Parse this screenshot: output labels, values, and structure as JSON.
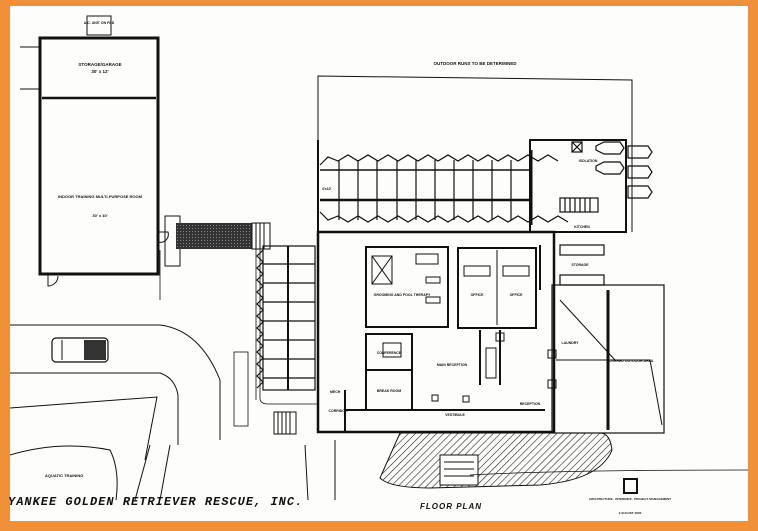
{
  "frame": {
    "border_color": "#F0913A",
    "paper_color": "#fdfdfb",
    "ink_color": "#111111"
  },
  "drawing": {
    "title": "YANKEE GOLDEN RETRIEVER RESCUE, INC.",
    "sheet_label": "FLOOR PLAN",
    "top_note": "OUTDOOR RUNS TO BE DETERMINED",
    "architect_block": "ARCHITECTURE · INTERIORS · PROJECT MANAGEMENT",
    "date_note": "3 AUGUST 2000"
  },
  "rooms": {
    "ac_unit": "A.C. UNIT ON PAD",
    "storage": {
      "name": "STORAGE/GARAGE",
      "size": "30' x 12'"
    },
    "training": {
      "name": "INDOOR TRAINING MULTI-PURPOSE ROOM",
      "size": "30' x 40'"
    },
    "aquatic": "AQUATIC TRAINING",
    "grooming": "GROOMING AND POOL THERAPY",
    "office1": "OFFICE",
    "office2": "OFFICE",
    "conference": "CONFERENCE",
    "break_room": "BREAK ROOM",
    "main_area": "MAIN RECEPTION",
    "corridor": "CORRIDOR",
    "vestibule": "VESTIBULE",
    "reception": "RECEPTION",
    "kitchen": "KITCHEN",
    "storage_room": "STORAGE",
    "laundry": "LAUNDRY",
    "isolation": "ISOLATION",
    "outdoor_area": "COVERED OUTDOOR AREA",
    "mech": "MECH",
    "kennel_label": "4'x10'"
  }
}
